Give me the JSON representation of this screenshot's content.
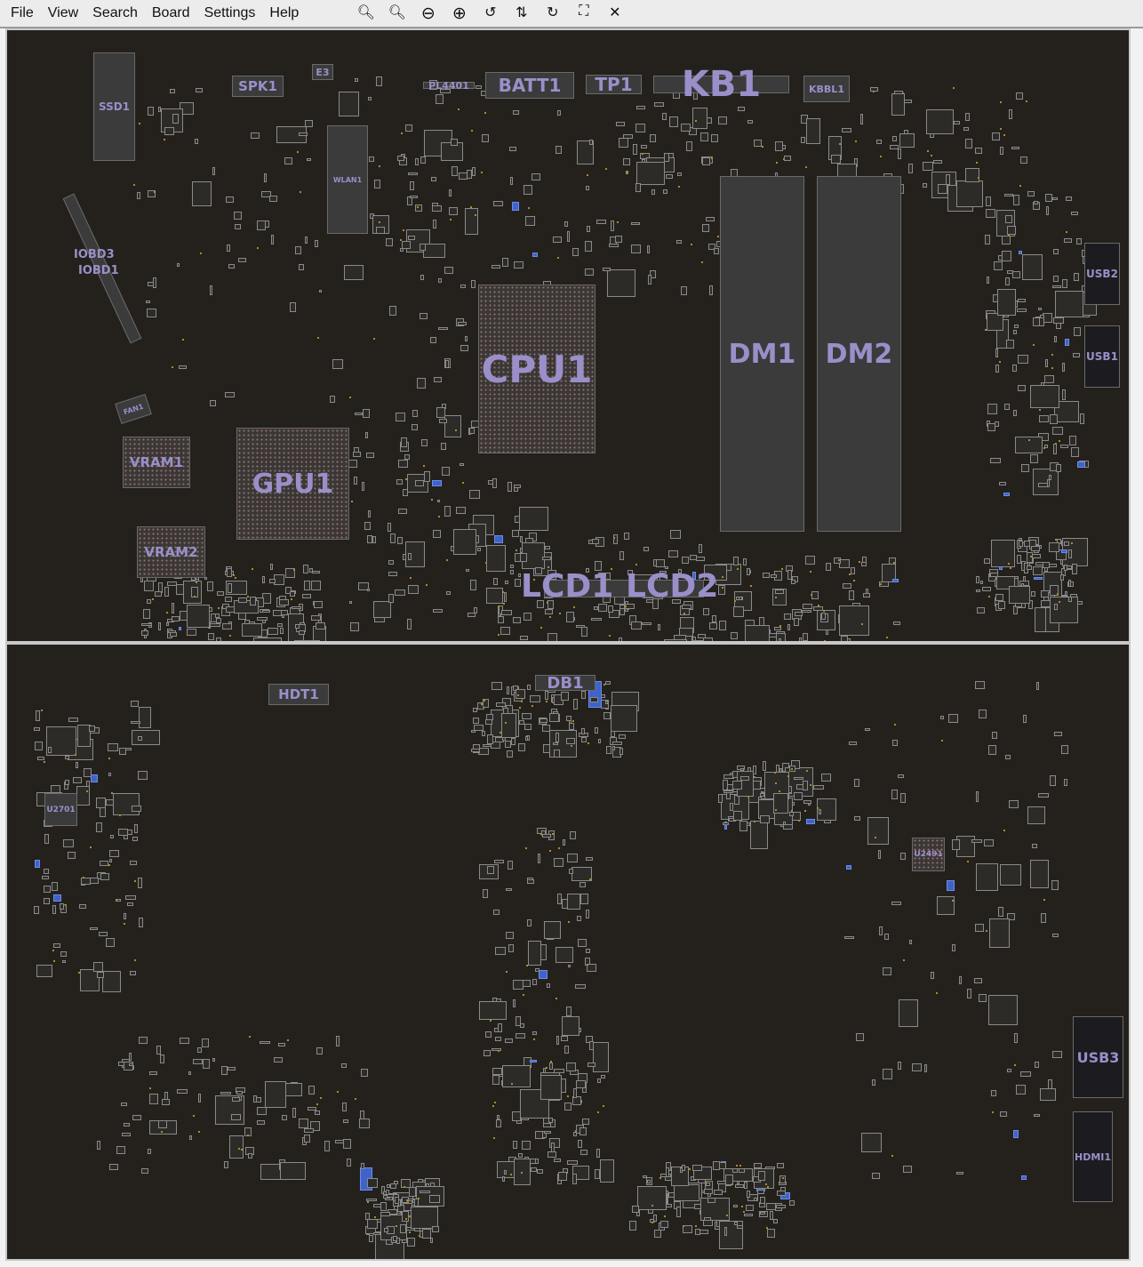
{
  "menu": [
    "File",
    "View",
    "Search",
    "Board",
    "Settings",
    "Help"
  ],
  "toolbar": [
    {
      "icon": "zoom-out-icon",
      "glyph": "🔍︎"
    },
    {
      "icon": "zoom-in-icon",
      "glyph": "🔍︎"
    },
    {
      "icon": "minus-circle-icon",
      "glyph": "⊖"
    },
    {
      "icon": "plus-circle-icon",
      "glyph": "⊕"
    },
    {
      "icon": "rotate-ccw-icon",
      "glyph": "↺"
    },
    {
      "icon": "flip-icon",
      "glyph": "⇅"
    },
    {
      "icon": "rotate-cw-icon",
      "glyph": "↻"
    },
    {
      "icon": "center-icon",
      "glyph": "⛶"
    },
    {
      "icon": "close-icon",
      "glyph": "✕"
    }
  ],
  "components": {
    "ssd1": "SSD1",
    "spk1": "SPK1",
    "e3": "E3",
    "pl4401": "PL4401",
    "batt1": "BATT1",
    "tp1": "TP1",
    "kb1": "KB1",
    "kbbl1": "KBBL1",
    "wlan1": "WLAN1",
    "iobd3": "IOBD3",
    "iobd1": "IOBD1",
    "fan1": "FAN1",
    "vram1": "VRAM1",
    "gpu1": "GPU1",
    "cpu1": "CPU1",
    "vram2": "VRAM2",
    "dm1": "DM1",
    "dm2": "DM2",
    "usb2": "USB2",
    "usb1": "USB1",
    "lcd1": "LCD1",
    "lcd2": "LCD2",
    "hdt1": "HDT1",
    "db1": "DB1",
    "u2701": "U2701",
    "u2491": "U2491",
    "usb3": "USB3",
    "hdmi1": "HDMI1"
  },
  "colors": {
    "board": "#24211c",
    "label": "#9b8fca",
    "part": "#3b3b3b"
  }
}
